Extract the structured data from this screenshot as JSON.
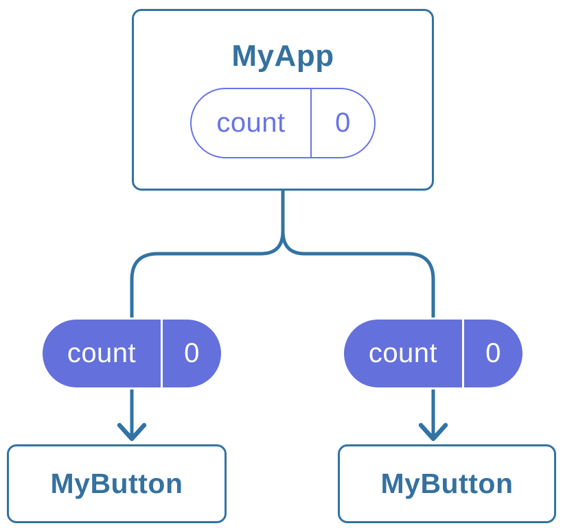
{
  "diagram": {
    "parent": {
      "title": "MyApp",
      "prop": {
        "name": "count",
        "value": "0"
      }
    },
    "children": [
      {
        "title": "MyButton",
        "prop": {
          "name": "count",
          "value": "0"
        }
      },
      {
        "title": "MyButton",
        "prop": {
          "name": "count",
          "value": "0"
        }
      }
    ],
    "colors": {
      "node_fill": "#ffffff",
      "node_border": "#3173a3",
      "node_text": "#35719f",
      "connector": "#3173a3",
      "prop_outline": "#6673e6",
      "prop_text": "#6673e6",
      "prop_fill": "#6470db",
      "prop_fill_text": "#ffffff"
    }
  }
}
